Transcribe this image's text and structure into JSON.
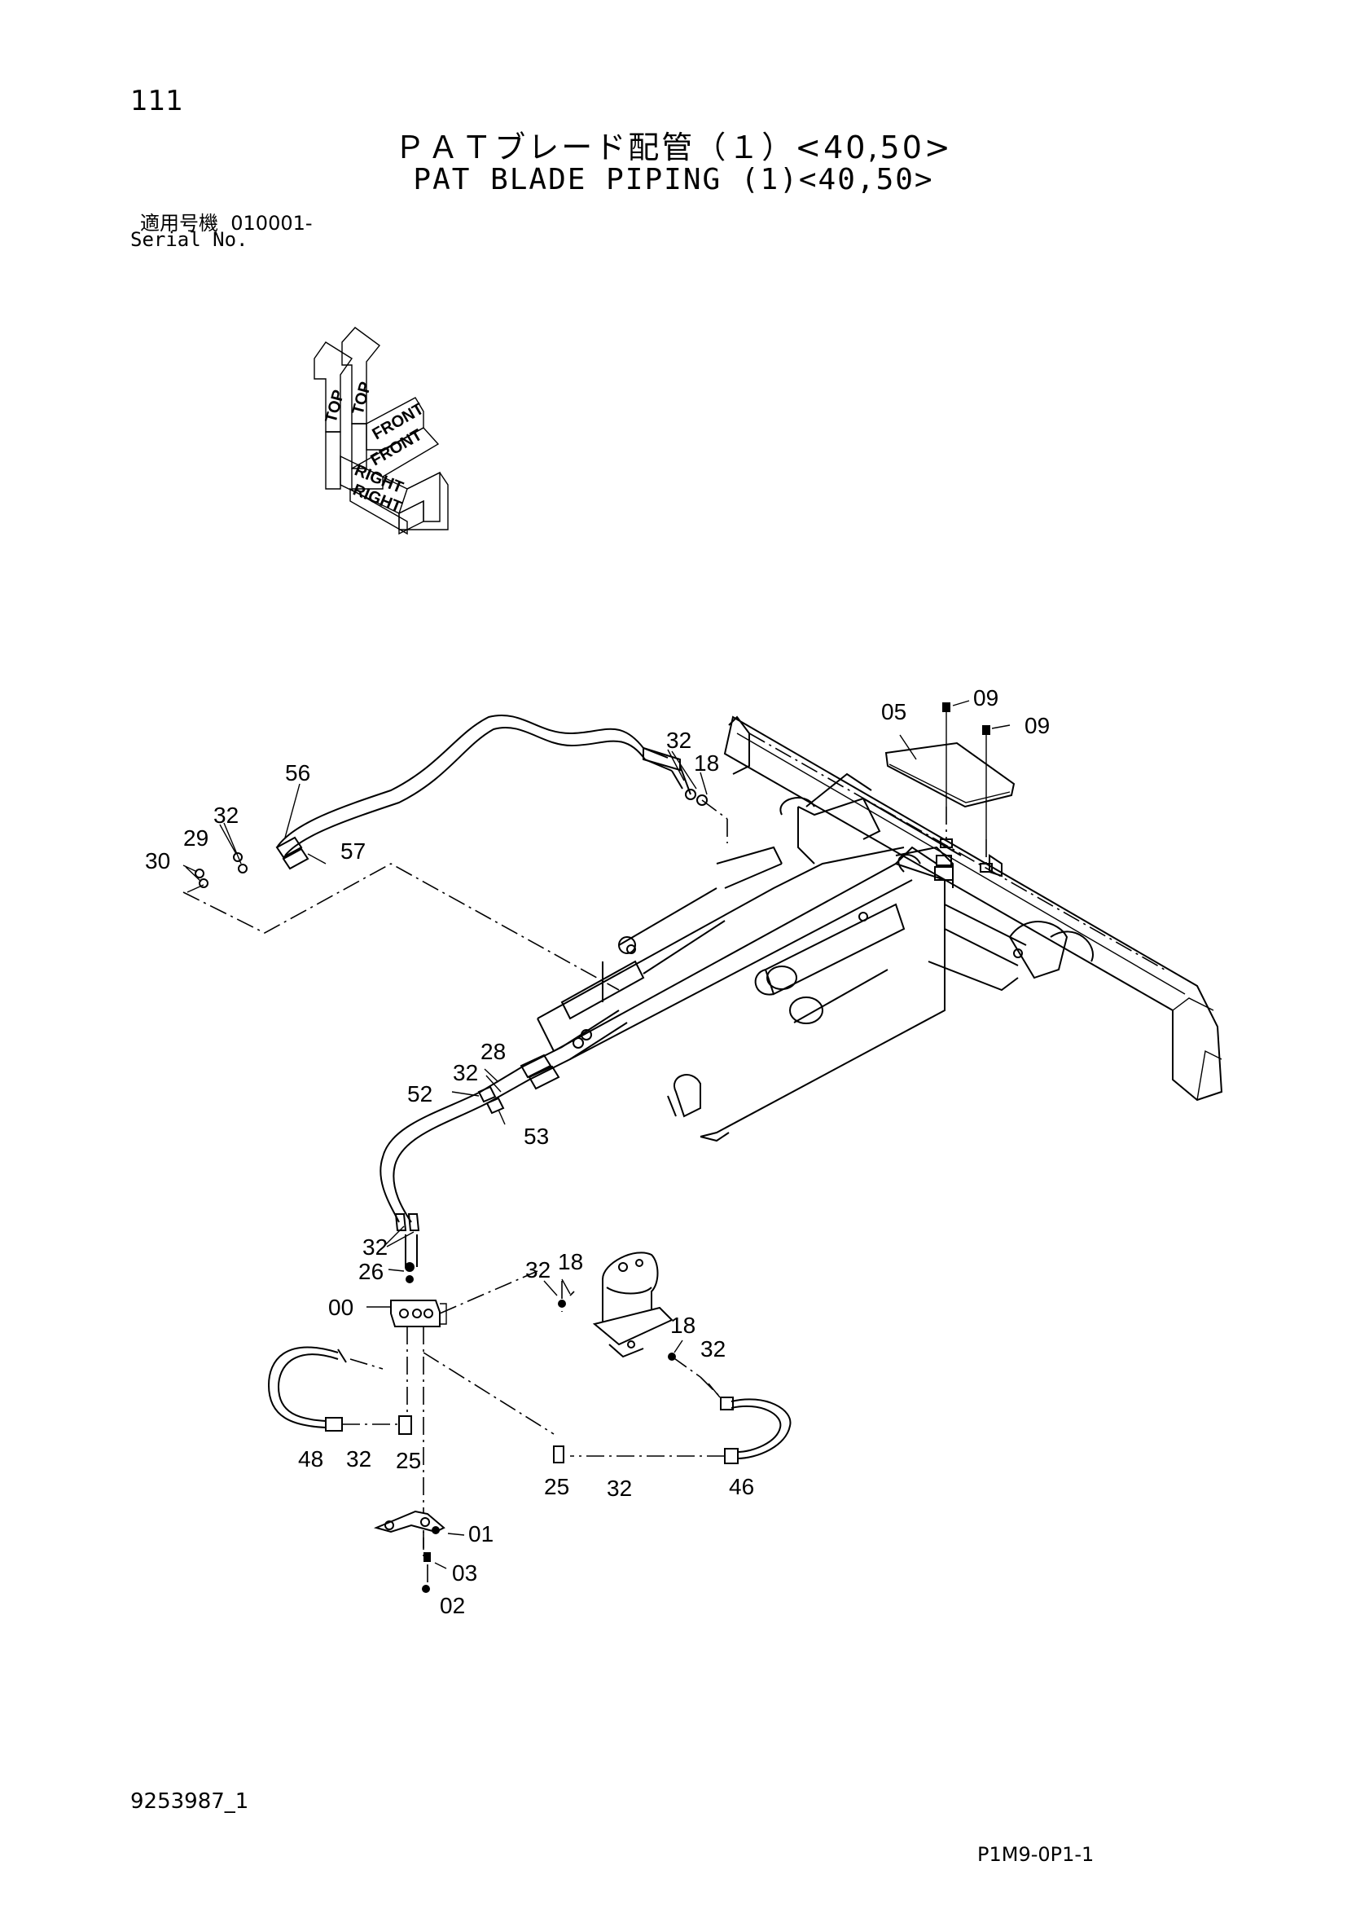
{
  "header": {
    "page_number": "111",
    "title_ja": "ＰＡＴブレード配管（１）<40,50>",
    "title_en": "PAT BLADE PIPING (1)<40,50>",
    "serial_label_ja": "適用号機",
    "serial_value": "010001-",
    "serial_label_en": "Serial No."
  },
  "compass": {
    "labels": [
      "TOP",
      "TOP",
      "FRONT",
      "FRONT",
      "RIGHT",
      "RIGHT"
    ]
  },
  "callouts": {
    "c56": "56",
    "c32a": "32",
    "c29": "29",
    "c30": "30",
    "c57": "57",
    "c32b": "32",
    "c18a": "18",
    "c05": "05",
    "c09a": "09",
    "c09b": "09",
    "c28": "28",
    "c32c": "32",
    "c52": "52",
    "c53": "53",
    "c32d": "32",
    "c26": "26",
    "c00": "00",
    "c32e": "32",
    "c18b": "18",
    "c18c": "18",
    "c32f": "32",
    "c48": "48",
    "c32g": "32",
    "c25a": "25",
    "c25b": "25",
    "c32h": "32",
    "c46": "46",
    "c01": "01",
    "c03": "03",
    "c02": "02"
  },
  "footer": {
    "doc_number": "9253987_1",
    "page_code": "P1M9-0P1-1"
  }
}
